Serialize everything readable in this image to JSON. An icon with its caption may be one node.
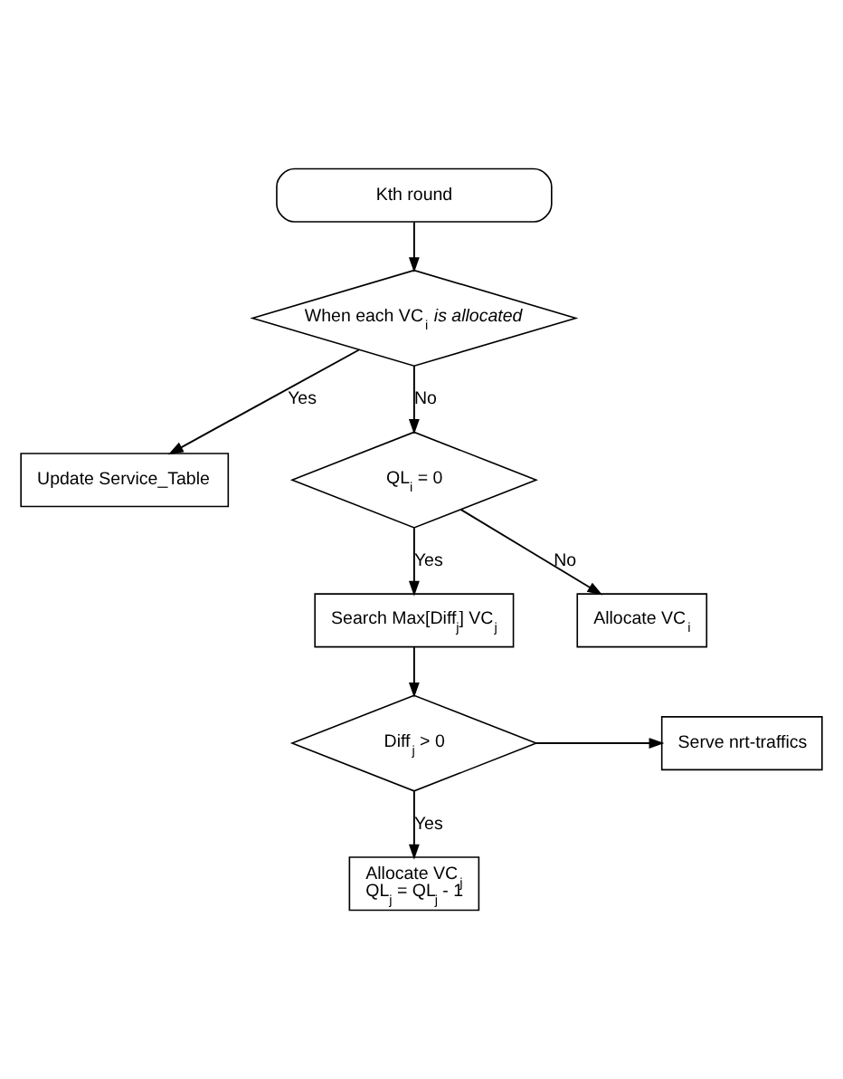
{
  "diagram": {
    "nodes": [
      {
        "text": [
          "Kth round"
        ]
      },
      {
        "text": [
          "When each VC$_{i}$ *is allocated*"
        ]
      },
      {
        "text": [
          "Update Service_Table"
        ]
      },
      {
        "text": [
          "QL$_{i}$ = 0"
        ]
      },
      {
        "text": [
          "Search Max[Diff$_{j}$] VC$_{j}$"
        ]
      },
      {
        "text": [
          "Allocate VC$_{i}$"
        ]
      },
      {
        "text": [
          "Diff$_{j}$ > 0"
        ]
      },
      {
        "text": [
          "Serve nrt-traffics"
        ]
      },
      {
        "text": [
          "Allocate VC$_{j}$",
          "QL$_{j}$ = QL$_{j}$ - 1"
        ]
      }
    ],
    "edges": [
      {
        "from": 0,
        "to": 1,
        "arrow": "to"
      },
      {
        "from": 1,
        "to": 2,
        "arrow": "to",
        "label": "Yes"
      },
      {
        "from": 1,
        "to": 3,
        "arrow": "to",
        "label": "No"
      },
      {
        "from": 3,
        "to": 5,
        "arrow": "to",
        "label": "No"
      },
      {
        "from": 3,
        "to": 4,
        "arrow": "to",
        "label": "Yes"
      },
      {
        "from": 4,
        "to": 6,
        "arrow": "to"
      },
      {
        "from": 6,
        "to": 7,
        "arrow": "to"
      },
      {
        "from": 6,
        "to": 8,
        "arrow": "to",
        "label": "Yes"
      }
    ]
  }
}
